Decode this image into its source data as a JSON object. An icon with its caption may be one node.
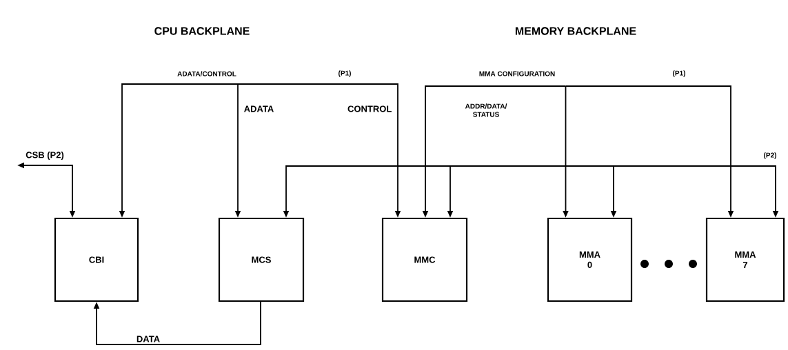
{
  "diagram": {
    "nodes": [
      {
        "text": [
          "CBI"
        ]
      },
      {
        "text": [
          "MCS"
        ]
      },
      {
        "text": [
          "MMC"
        ]
      },
      {
        "text": [
          "MMA 0"
        ]
      },
      {
        "text": [
          "MMA 7"
        ]
      }
    ],
    "edges": [
      {
        "from": 0,
        "to": 1,
        "arrow": "both",
        "label": "ADATA"
      },
      {
        "from": 0,
        "to": 2,
        "arrow": "both",
        "label": "CONTROL"
      },
      {
        "from": null,
        "to": 0,
        "arrow": "both",
        "label": "CSB (P2)"
      },
      {
        "from": 1,
        "to": 0,
        "arrow": "to",
        "label": "DATA"
      },
      {
        "from": 2,
        "to": 3,
        "arrow": "both"
      },
      {
        "from": 2,
        "to": 4,
        "arrow": "both"
      },
      {
        "from": 1,
        "to": 2,
        "arrow": "both"
      },
      {
        "from": 1,
        "to": 3,
        "arrow": "both"
      },
      {
        "from": 1,
        "to": 4,
        "arrow": "both"
      }
    ],
    "labels": [
      "CPU BACKPLANE",
      "MEMORY BACKPLANE",
      "ADATA/CONTROL",
      "(P1)",
      "MMA CONFIGURATION",
      "(P1)",
      "ADDR/DATA/ STATUS",
      "(P2)"
    ]
  }
}
